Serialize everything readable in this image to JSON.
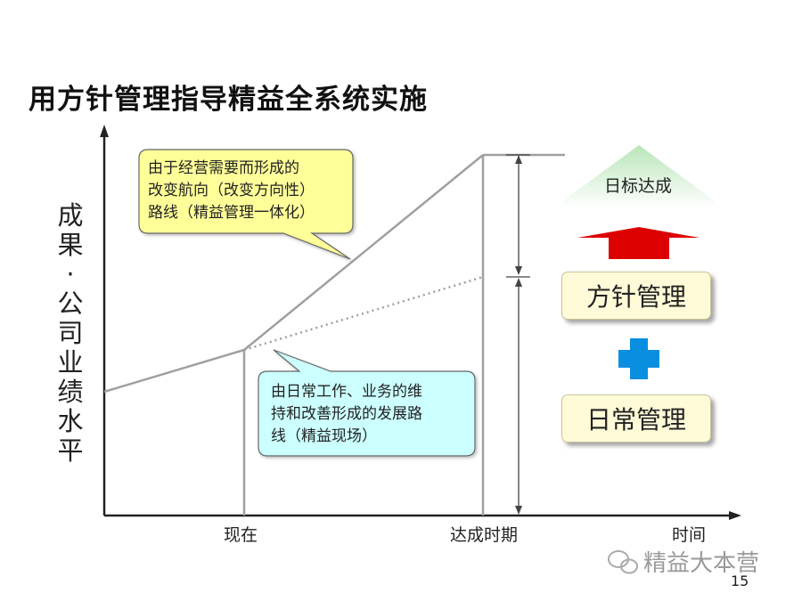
{
  "title": "用方针管理指导精益全系统实施",
  "y_axis_label": "成果·公司业绩水平",
  "x_axis": {
    "now": "现在",
    "target_period": "达成时期",
    "time": "时间"
  },
  "callouts": {
    "upper": [
      "由于经营需要而形成的",
      "改变航向（改变方向性）",
      "路线（精益管理一体化）"
    ],
    "lower": [
      "由日常工作、业务的维",
      "持和改善形成的发展路",
      "线（精益现场）"
    ]
  },
  "right_panel": {
    "goal": "日标达成",
    "policy_management": "方针管理",
    "daily_management": "日常管理"
  },
  "watermark": "精益大本营",
  "page_number": "15",
  "colors": {
    "line": "#a0a0a0",
    "yellow_callout": "#ffff99",
    "blue_callout": "#ccffff",
    "red_arrow": "#dd0000",
    "blue_plus": "#0a8fe0",
    "goal_triangle": "#c8edc8",
    "box_fill": "#fffbd8"
  }
}
